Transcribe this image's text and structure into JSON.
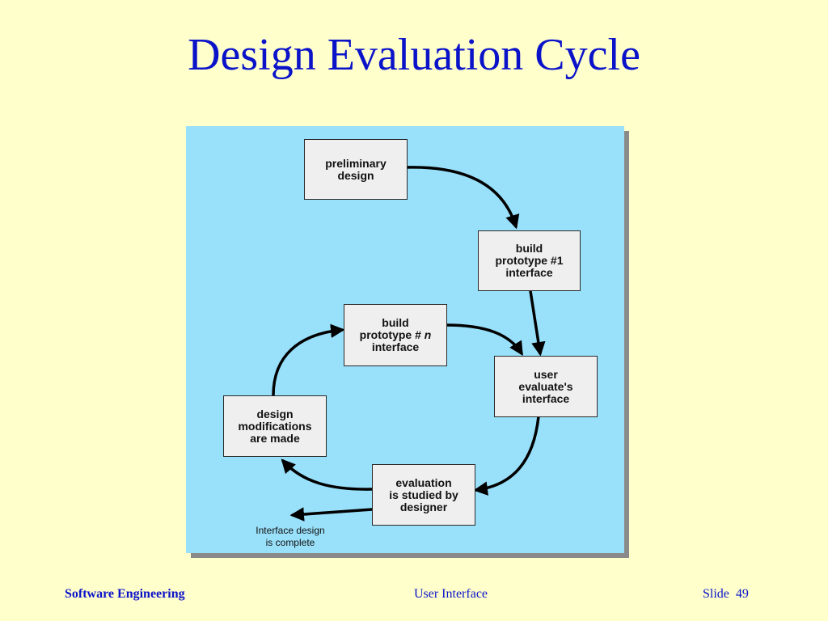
{
  "slide": {
    "title": "Design Evaluation Cycle"
  },
  "diagram": {
    "nodes": {
      "preliminary_design": {
        "line1": "preliminary",
        "line2": "design"
      },
      "build_prototype_1": {
        "line1": "build",
        "line2": "prototype #1",
        "line3": "interface"
      },
      "user_evaluates": {
        "line1": "user",
        "line2": "evaluate's",
        "line3": "interface"
      },
      "evaluation_studied": {
        "line1": "evaluation",
        "line2": "is studied by",
        "line3": "designer"
      },
      "design_modifications": {
        "line1": "design",
        "line2": "modifications",
        "line3": "are made"
      },
      "build_prototype_n": {
        "line1": "build",
        "line2_prefix": "prototype # ",
        "line2_var": "n",
        "line3": "interface"
      }
    },
    "end_label": {
      "line1": "Interface design",
      "line2": "is complete"
    },
    "colors": {
      "panel": "#99e0fa",
      "panel_shadow": "#8a8a8a",
      "node_fill": "#efefef",
      "arrow": "#000000"
    }
  },
  "footer": {
    "left": "Software Engineering",
    "center": "User Interface",
    "right_label": "Slide",
    "right_number": "49"
  },
  "theme": {
    "background": "#ffffcc",
    "title_color": "#0b13c9"
  }
}
